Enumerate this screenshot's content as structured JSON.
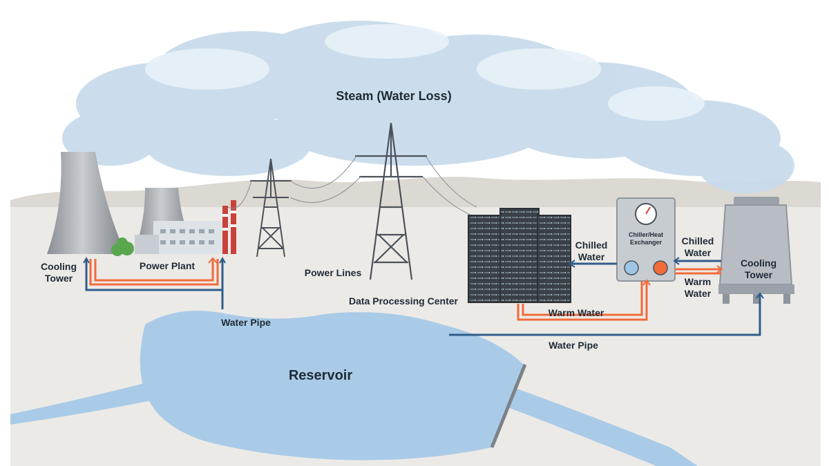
{
  "labels": {
    "steam": "Steam (Water Loss)",
    "cooling_tower_left_1": "Cooling",
    "cooling_tower_left_2": "Tower",
    "power_plant": "Power Plant",
    "water_pipe_left": "Water Pipe",
    "power_lines": "Power Lines",
    "data_center": "Data Processing Center",
    "chilled_water_left_1": "Chilled",
    "chilled_water_left_2": "Water",
    "chiller_1": "Chiller/Heat",
    "chiller_2": "Exchanger",
    "chilled_water_right_1": "Chilled",
    "chilled_water_right_2": "Water",
    "warm_water_right_1": "Warm",
    "warm_water_right_2": "Water",
    "cooling_tower_right_1": "Cooling",
    "cooling_tower_right_2": "Tower",
    "warm_water_bottom": "Warm Water",
    "water_pipe_right": "Water Pipe",
    "reservoir": "Reservoir"
  },
  "colors": {
    "warm_pipe": "#f26b3a",
    "cold_pipe": "#2f5d8a",
    "water": "#a9cbe8",
    "steam": "#c9dcec",
    "ground": "#eceae6",
    "hills": "#dcd8d2"
  }
}
